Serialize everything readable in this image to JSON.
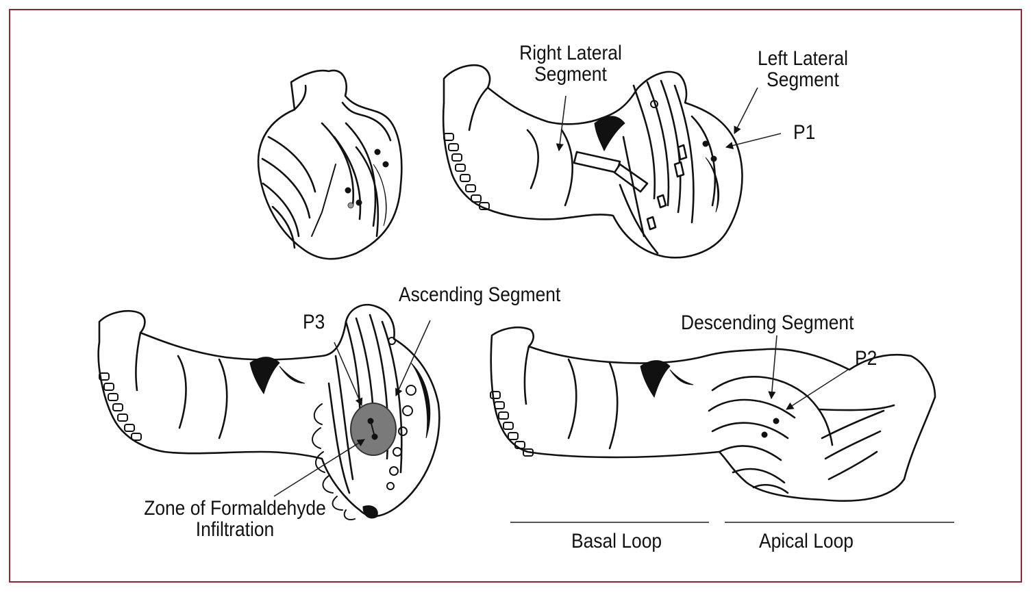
{
  "labels": {
    "right_lateral": [
      "Right Lateral",
      "Segment"
    ],
    "left_lateral": [
      "Left Lateral",
      "Segment"
    ],
    "p1": "P1",
    "ascending": "Ascending Segment",
    "p3": "P3",
    "descending": "Descending Segment",
    "p2": "P2",
    "zone": [
      "Zone of Formaldehyde",
      "Infiltration"
    ],
    "basal_loop": "Basal Loop",
    "apical_loop": "Apical Loop"
  },
  "colors": {
    "border": "#8b2a35",
    "infiltration_zone": "#7a7a7a"
  }
}
